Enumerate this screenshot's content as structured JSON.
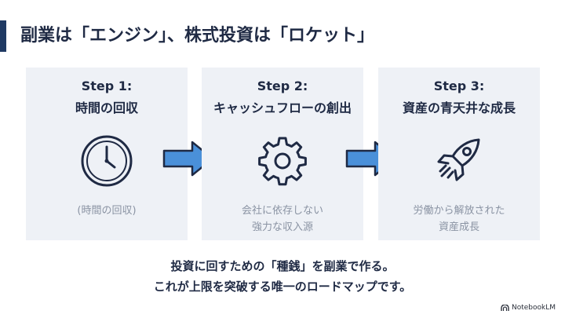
{
  "slide": {
    "title": "副業は「エンジン」、株式投資は「ロケット」"
  },
  "steps": [
    {
      "step": "Step 1:",
      "heading": "時間の回収",
      "desc_lines": [
        "(時間の回収)",
        ""
      ],
      "icon": "clock-icon"
    },
    {
      "step": "Step 2:",
      "heading": "キャッシュフローの創出",
      "desc_lines": [
        "会社に依存しない",
        "強力な収入源"
      ],
      "icon": "gear-icon"
    },
    {
      "step": "Step 3:",
      "heading": "資産の青天井な成長",
      "desc_lines": [
        "労働から解放された",
        "資産成長"
      ],
      "icon": "rocket-icon"
    }
  ],
  "closing": {
    "line1": "投資に回すための「種銭」を副業で作る。",
    "line2": "これが上限を突破する唯一のロードマップです。"
  },
  "brand": {
    "label": "NotebookLM"
  },
  "colors": {
    "navy": "#1f2a44",
    "accent_bar": "#1f3a63",
    "card_bg": "#eef1f6",
    "arrow_fill": "#4a90d9",
    "muted_text": "#8a93a3"
  }
}
